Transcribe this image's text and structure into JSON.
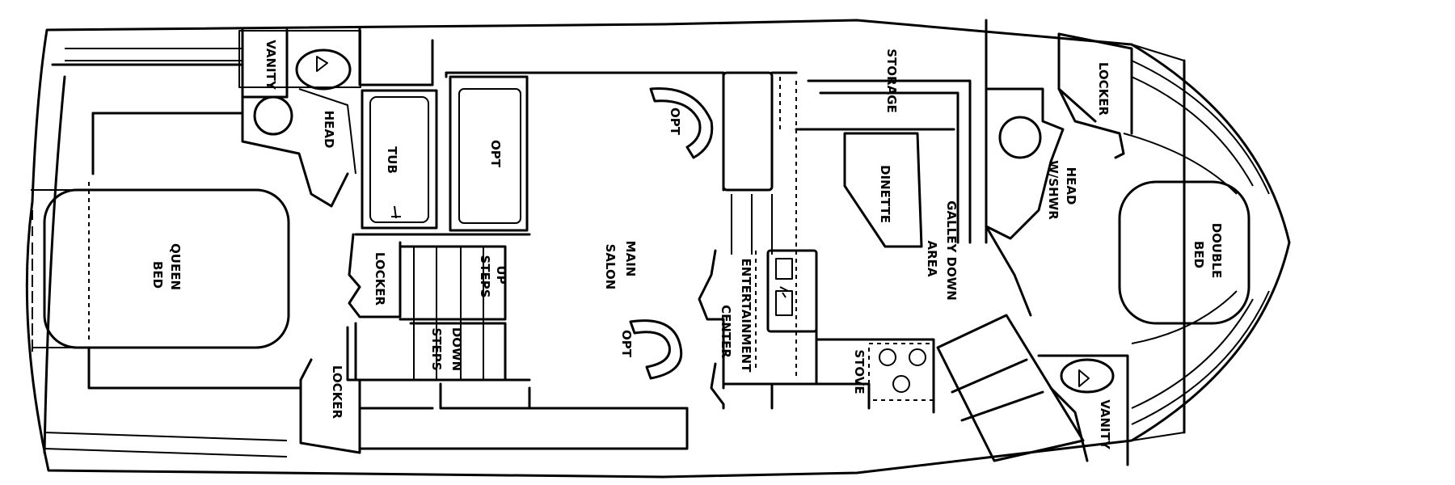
{
  "labels": {
    "vanity_aft": "VANITY",
    "head_aft": "HEAD",
    "tub": "TUB",
    "opt_seat": "OPT",
    "opt_chair_top": "OPT",
    "opt_chair_bottom": "OPT",
    "queen_bed_1": "QUEEN",
    "queen_bed_2": "BED",
    "locker_mid": "LOCKER",
    "up_steps_1": "UP",
    "up_steps_2": "STEPS",
    "down_steps_1": "DOWN",
    "down_steps_2": "STEPS",
    "main_salon_1": "MAIN",
    "main_salon_2": "SALON",
    "locker_aft": "LOCKER",
    "entertainment_1": "ENTERTAINMENT",
    "entertainment_2": "CENTER",
    "storage": "STORAGE",
    "dinette": "DINETTE",
    "galley_1": "GALLEY DOWN",
    "galley_2": "AREA",
    "stove": "STOVE",
    "locker_fwd": "LOCKER",
    "head_fwd_1": "HEAD",
    "head_fwd_2": "W/SHWR",
    "double_bed_1": "DOUBLE",
    "double_bed_2": "BED",
    "vanity_fwd": "VANITY"
  }
}
